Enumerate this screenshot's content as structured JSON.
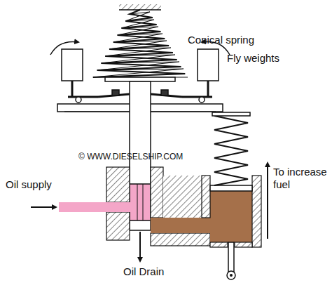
{
  "diagram": {
    "labels": [
      "Conical spring",
      "Fly weights",
      "© WWW.DIESELSHIP.COM",
      "Oil supply",
      "Oil Drain",
      "To increase fuel"
    ]
  }
}
